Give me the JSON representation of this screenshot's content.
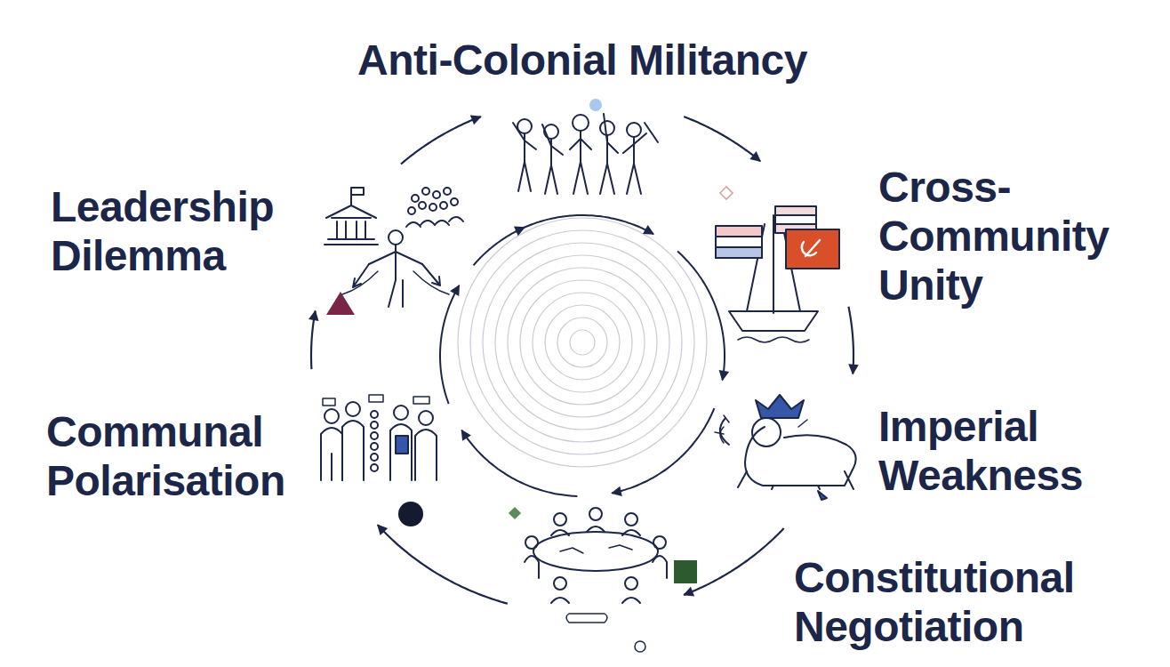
{
  "diagram": {
    "nodes": [
      {
        "text": [
          "Anti-Colonial Militancy"
        ]
      },
      {
        "text": [
          "Cross-Community Unity"
        ]
      },
      {
        "text": [
          "Imperial Weakness"
        ]
      },
      {
        "text": [
          "Constitutional Negotiation"
        ]
      },
      {
        "text": [
          "Communal Polarisation"
        ]
      },
      {
        "text": [
          "Leadership Dilemma"
        ]
      }
    ],
    "edges": [
      {
        "from": 0,
        "to": 1,
        "arrow": "to"
      },
      {
        "from": 1,
        "to": 2,
        "arrow": "to"
      },
      {
        "from": 2,
        "to": 3,
        "arrow": "to"
      },
      {
        "from": 3,
        "to": 4,
        "arrow": "to"
      },
      {
        "from": 4,
        "to": 5,
        "arrow": "to"
      },
      {
        "from": 5,
        "to": 0,
        "arrow": "to"
      }
    ]
  }
}
